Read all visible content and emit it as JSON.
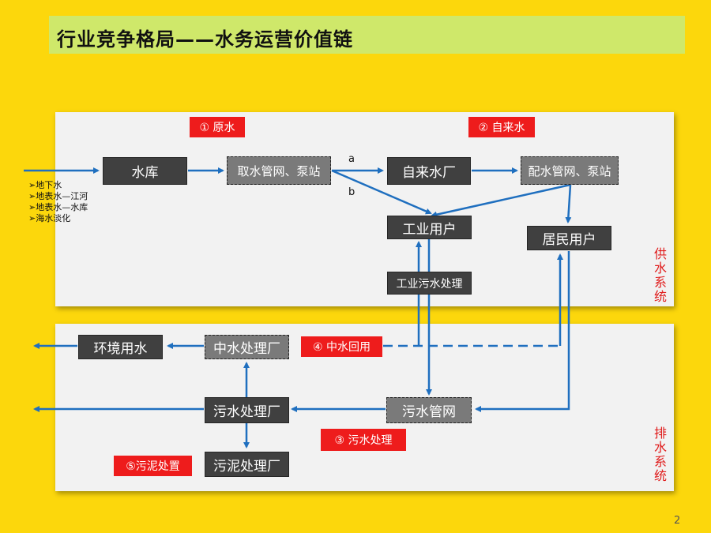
{
  "title": "行业竞争格局——水务运营价值链",
  "page_number": "2",
  "sources": [
    "➢地下水",
    "➢地表水—江河",
    "➢地表水—水库",
    "➢海水淡化"
  ],
  "supply": {
    "tag_raw": "①  原水",
    "tag_tap": "②  自来水",
    "reservoir": "水库",
    "intake_network": "取水管网、泵站",
    "water_plant": "自来水厂",
    "distribution_network": "配水管网、泵站",
    "industrial_user": "工业用户",
    "residential_user": "居民用户",
    "industrial_treatment": "工业污水处理",
    "label_a": "a",
    "label_b": "b",
    "side_label": [
      "供",
      "水",
      "系",
      "统"
    ]
  },
  "drain": {
    "env_water": "环境用水",
    "reclaim_plant": "中水处理厂",
    "tag_reclaim": "④  中水回用",
    "sewage_plant": "污水处理厂",
    "sewage_network": "污水管网",
    "tag_sewage": "③  污水处理",
    "tag_sludge": "⑤污泥处置",
    "sludge_plant": "污泥处理厂",
    "side_label": [
      "排",
      "水",
      "系",
      "统"
    ]
  },
  "colors": {
    "background": "#fcd70c",
    "title_bar": "#cfe86a",
    "arrow": "#1f6fbf",
    "tag": "#ee1c1c",
    "box": "#404040"
  }
}
